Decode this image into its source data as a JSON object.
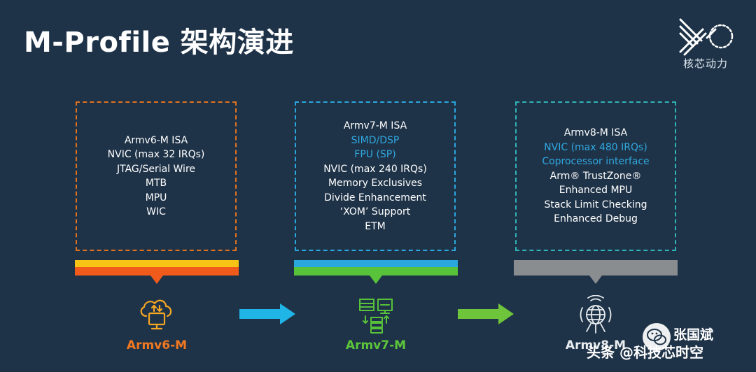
{
  "slide": {
    "title": "M-Profile 架构演进",
    "logo_text": "核芯动力",
    "logo_icon": "xpu-logo-icon"
  },
  "columns": [
    {
      "label": "Armv6-M",
      "label_color": "#f07820",
      "border_color": "#e2711d",
      "bar_colors": [
        "#f7c415",
        "#f05a1a"
      ],
      "icon": "cloud-computer-icon",
      "features": [
        {
          "text": "Armv6-M ISA",
          "highlight": false
        },
        {
          "text": "NVIC (max 32 IRQs)",
          "highlight": false
        },
        {
          "text": "JTAG/Serial Wire",
          "highlight": false
        },
        {
          "text": "MTB",
          "highlight": false
        },
        {
          "text": "MPU",
          "highlight": false
        },
        {
          "text": "WIC",
          "highlight": false
        }
      ]
    },
    {
      "label": "Armv7-M",
      "label_color": "#5cc63a",
      "border_color": "#2aa7dd",
      "bar_colors": [
        "#2aa7dd",
        "#58c23a"
      ],
      "icon": "server-sync-icon",
      "features": [
        {
          "text": "Armv7-M ISA",
          "highlight": false
        },
        {
          "text": "SIMD/DSP",
          "highlight": true
        },
        {
          "text": "FPU (SP)",
          "highlight": true
        },
        {
          "text": "NVIC (max 240 IRQs)",
          "highlight": false
        },
        {
          "text": "Memory Exclusives",
          "highlight": false
        },
        {
          "text": "Divide Enhancement",
          "highlight": false
        },
        {
          "text": "‘XOM’ Support",
          "highlight": false
        },
        {
          "text": "ETM",
          "highlight": false
        }
      ]
    },
    {
      "label": "Armv8-M",
      "label_color": "#e8ecef",
      "border_color": "#2fb3b7",
      "bar_colors": [
        "#8a8d90",
        "#8a8d90"
      ],
      "icon": "wireless-globe-icon",
      "features": [
        {
          "text": "Armv8-M ISA",
          "highlight": false
        },
        {
          "text": "NVIC (max 480 IRQs)",
          "highlight": true
        },
        {
          "text": "Coprocessor interface",
          "highlight": true
        },
        {
          "text": "Arm® TrustZone®",
          "highlight": false
        },
        {
          "text": "Enhanced MPU",
          "highlight": false
        },
        {
          "text": "Stack Limit Checking",
          "highlight": false
        },
        {
          "text": "Enhanced Debug",
          "highlight": false
        }
      ]
    }
  ],
  "arrows": [
    {
      "color": "#1fb5e6"
    },
    {
      "color": "#6ec43a"
    }
  ],
  "watermark": {
    "name": "张国斌",
    "account": "头条 @科技芯时空",
    "icon": "wechat-icon"
  },
  "colors": {
    "background": "#1f3348",
    "highlight_text": "#2fa8e0"
  }
}
